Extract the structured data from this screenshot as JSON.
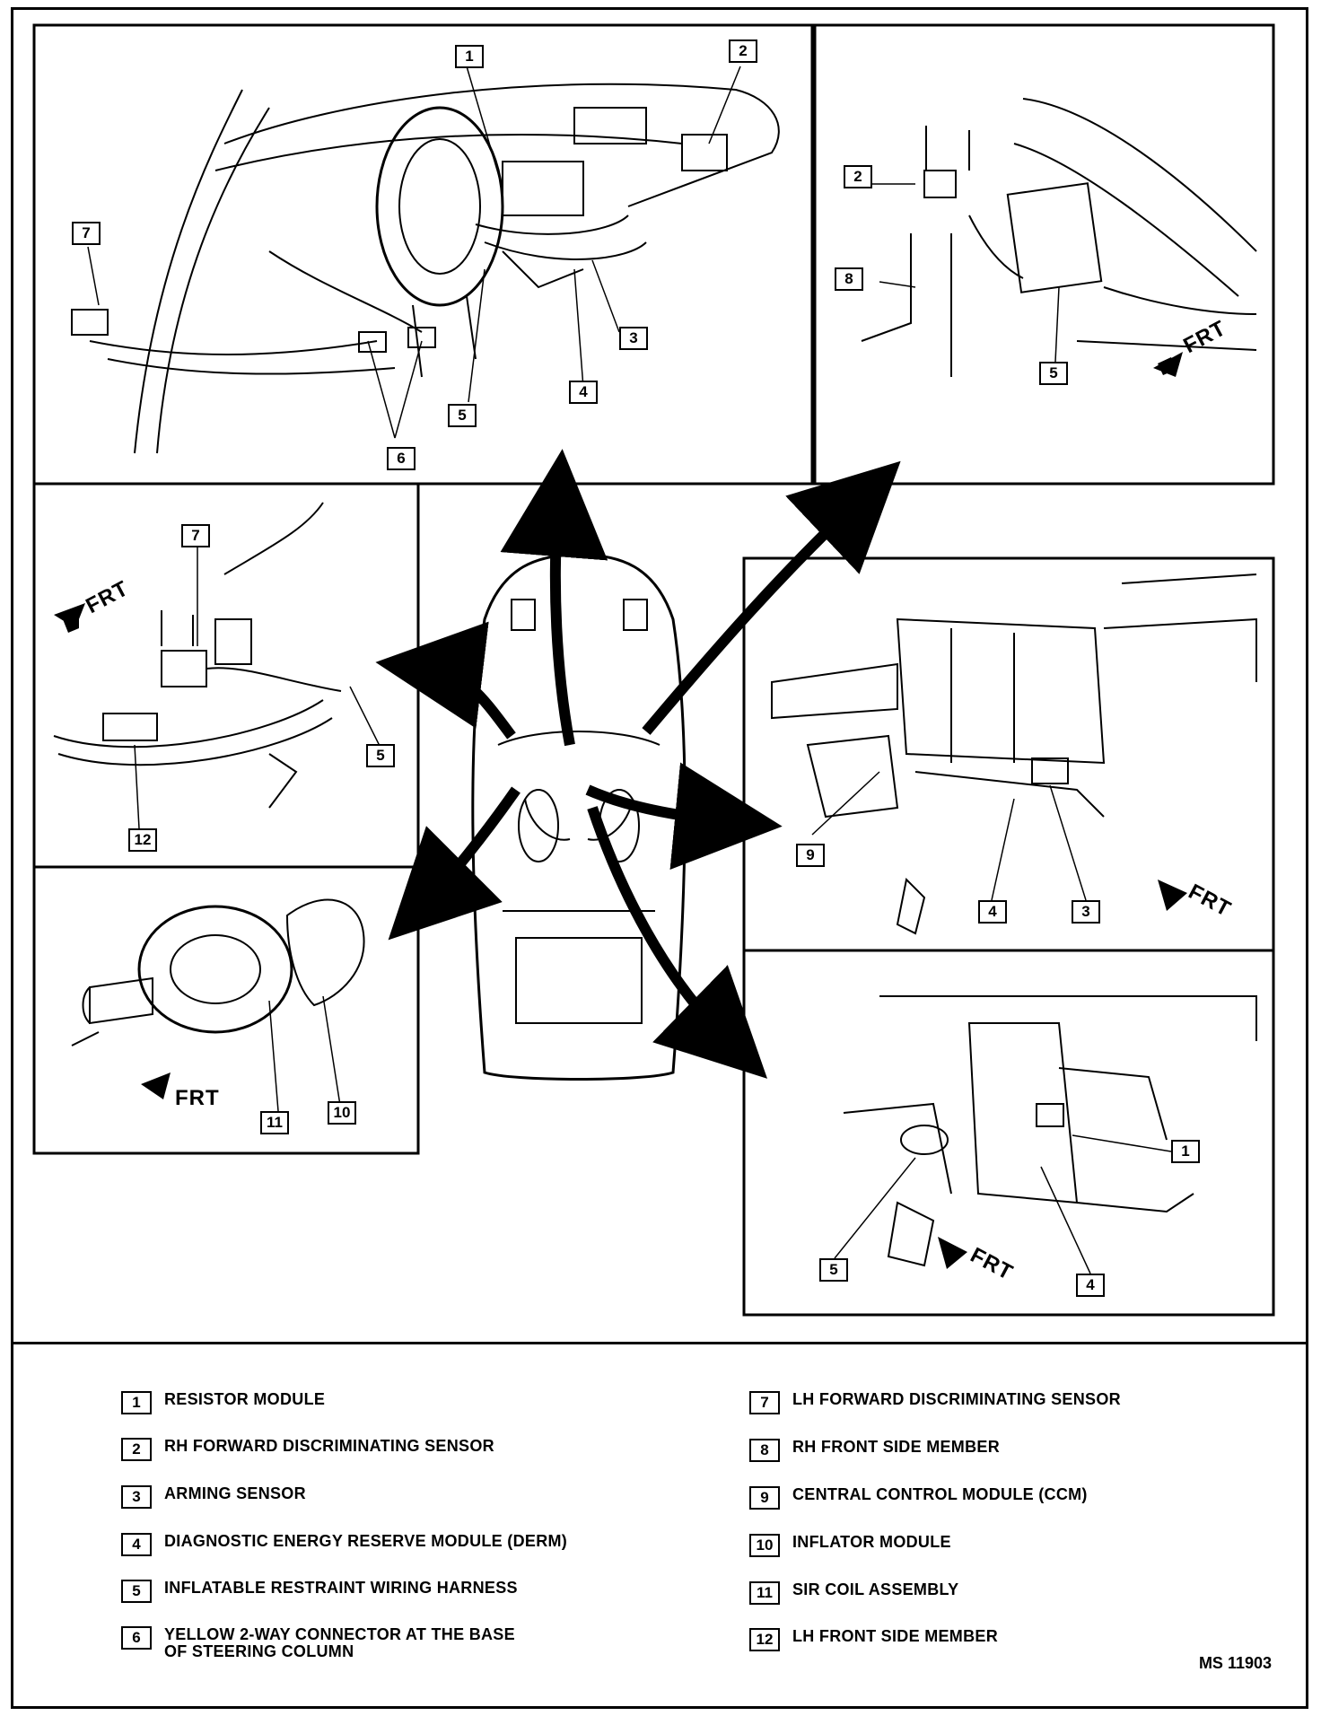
{
  "figure_id": "MS 11903",
  "frt_label": "FRT",
  "callouts": {
    "dash_1": "1",
    "dash_2": "2",
    "dash_3": "3",
    "dash_4": "4",
    "dash_5": "5",
    "dash_6": "6",
    "dash_7": "7",
    "rh_2": "2",
    "rh_8": "8",
    "rh_5": "5",
    "lh_7": "7",
    "lh_5": "5",
    "lh_12": "12",
    "ccm_9": "9",
    "ccm_4": "4",
    "ccm_3": "3",
    "wheel_11": "11",
    "wheel_10": "10",
    "res_1": "1",
    "res_5": "5",
    "res_4": "4"
  },
  "legend": [
    {
      "num": "1",
      "text": "RESISTOR MODULE"
    },
    {
      "num": "2",
      "text": "RH FORWARD DISCRIMINATING SENSOR"
    },
    {
      "num": "3",
      "text": "ARMING SENSOR"
    },
    {
      "num": "4",
      "text": "DIAGNOSTIC ENERGY RESERVE MODULE (DERM)"
    },
    {
      "num": "5",
      "text": "INFLATABLE RESTRAINT WIRING HARNESS"
    },
    {
      "num": "6",
      "text": "YELLOW 2-WAY CONNECTOR AT THE BASE\nOF STEERING COLUMN"
    },
    {
      "num": "7",
      "text": "LH FORWARD DISCRIMINATING SENSOR"
    },
    {
      "num": "8",
      "text": "RH FRONT SIDE MEMBER"
    },
    {
      "num": "9",
      "text": "CENTRAL CONTROL MODULE (CCM)"
    },
    {
      "num": "10",
      "text": "INFLATOR MODULE"
    },
    {
      "num": "11",
      "text": "SIR COIL ASSEMBLY"
    },
    {
      "num": "12",
      "text": "LH FRONT SIDE MEMBER"
    }
  ]
}
